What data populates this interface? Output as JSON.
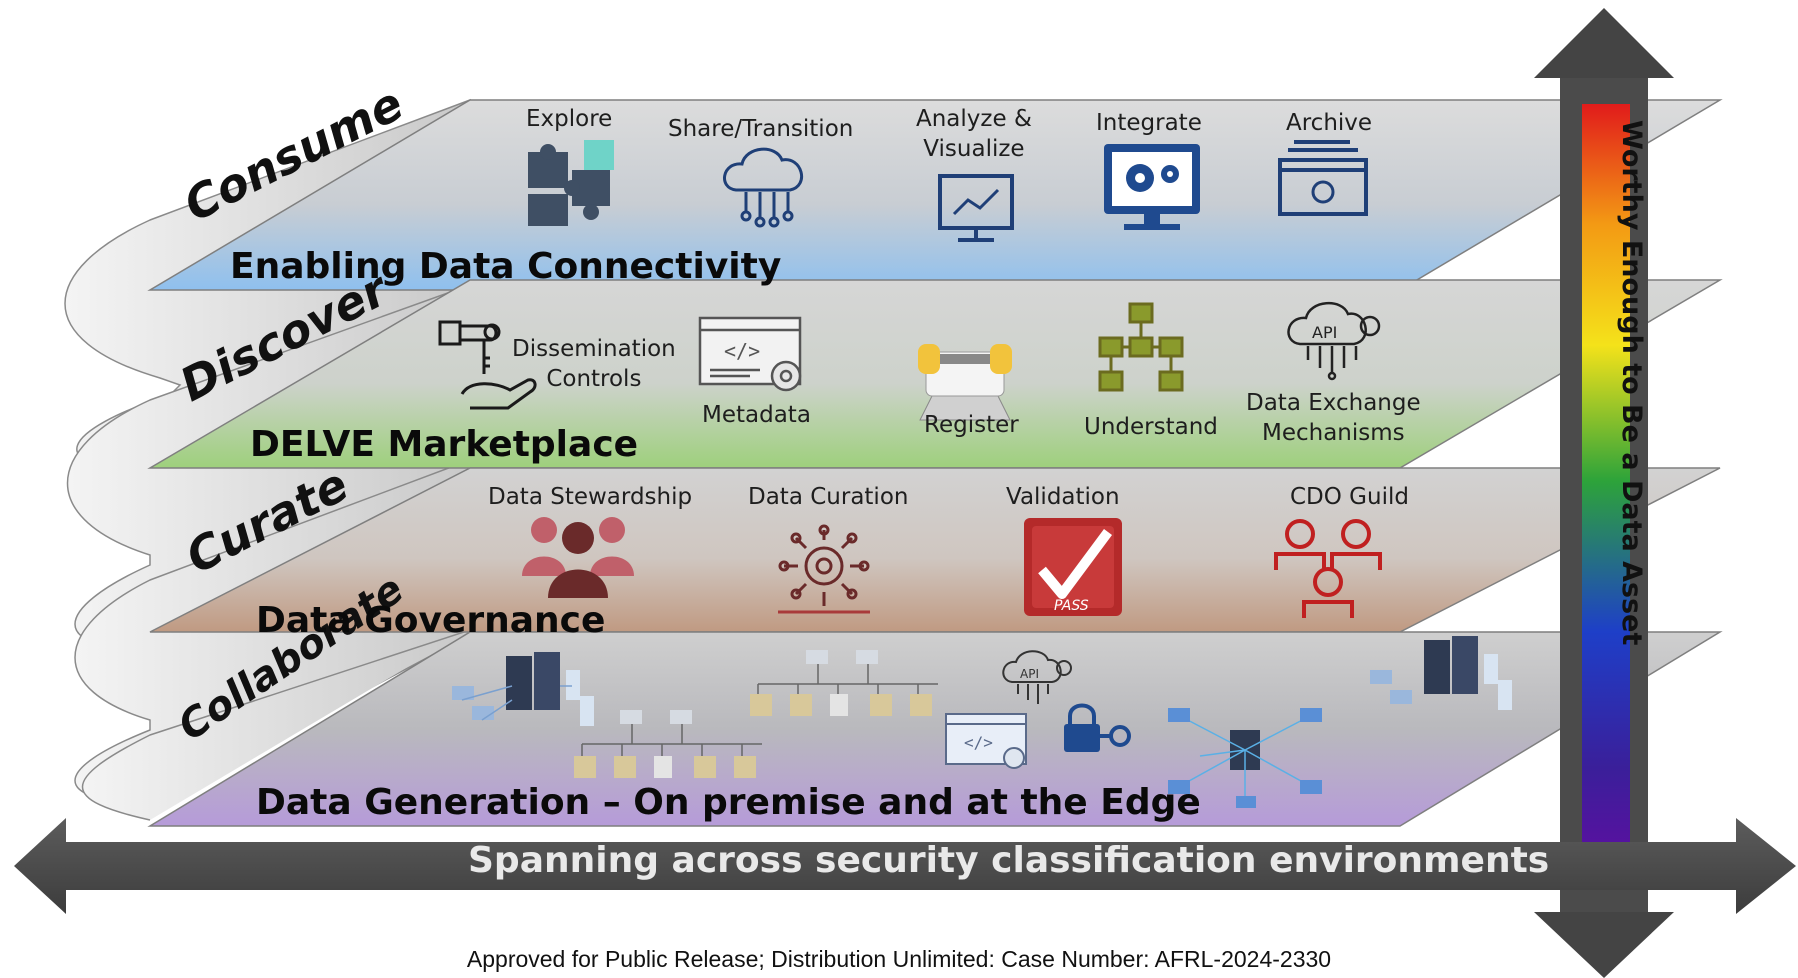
{
  "layers": [
    {
      "stage": "Consume",
      "title": "Enabling Data Connectivity",
      "items": [
        "Explore",
        "Share/Transition",
        "Analyze &\nVisualize",
        "Integrate",
        "Archive"
      ]
    },
    {
      "stage": "Discover",
      "title": "DELVE Marketplace",
      "items": [
        "Dissemination\nControls",
        "Metadata",
        "Register",
        "Understand",
        "Data Exchange\nMechanisms"
      ],
      "api_label": "API"
    },
    {
      "stage": "Curate",
      "title": "Data Governance",
      "items": [
        "Data Stewardship",
        "Data Curation",
        "Validation",
        "CDO Guild"
      ],
      "pass_label": "PASS"
    },
    {
      "stage": "Collaborate",
      "title": "Data Generation – On premise and at the Edge",
      "api_label": "API"
    }
  ],
  "horizontal_axis": "Spanning across security classification environments",
  "vertical_axis": "Worthy Enough to Be a Data Asset",
  "footer": "Approved for Public Release; Distribution Unlimited: Case Number:  AFRL-2024-2330",
  "colors": {
    "consume_band": "#9ec9ef",
    "discover_band": "#a9d68f",
    "curate_band": "#c9a58d",
    "collaborate_band": "#bfa6dc",
    "plane_gray": "#c4c4c4",
    "axis_dark": "#4a4a4a",
    "icon_navy": "#1f3f77",
    "icon_red": "#a93a3a",
    "icon_olive": "#7c8c2c"
  },
  "icons": {
    "explore": "puzzle-icon",
    "share": "cloud-network-icon",
    "analyze": "chart-monitor-icon",
    "integrate": "gear-monitor-icon",
    "archive": "archive-box-icon",
    "dissemination": "key-hand-icon",
    "metadata": "code-window-icon",
    "register": "rolodex-icon",
    "understand": "flowchart-icon",
    "exchange": "api-cloud-icon",
    "stewardship": "people-group-icon",
    "curation": "gear-network-icon",
    "validation": "pass-check-icon",
    "guild": "org-people-icon"
  }
}
